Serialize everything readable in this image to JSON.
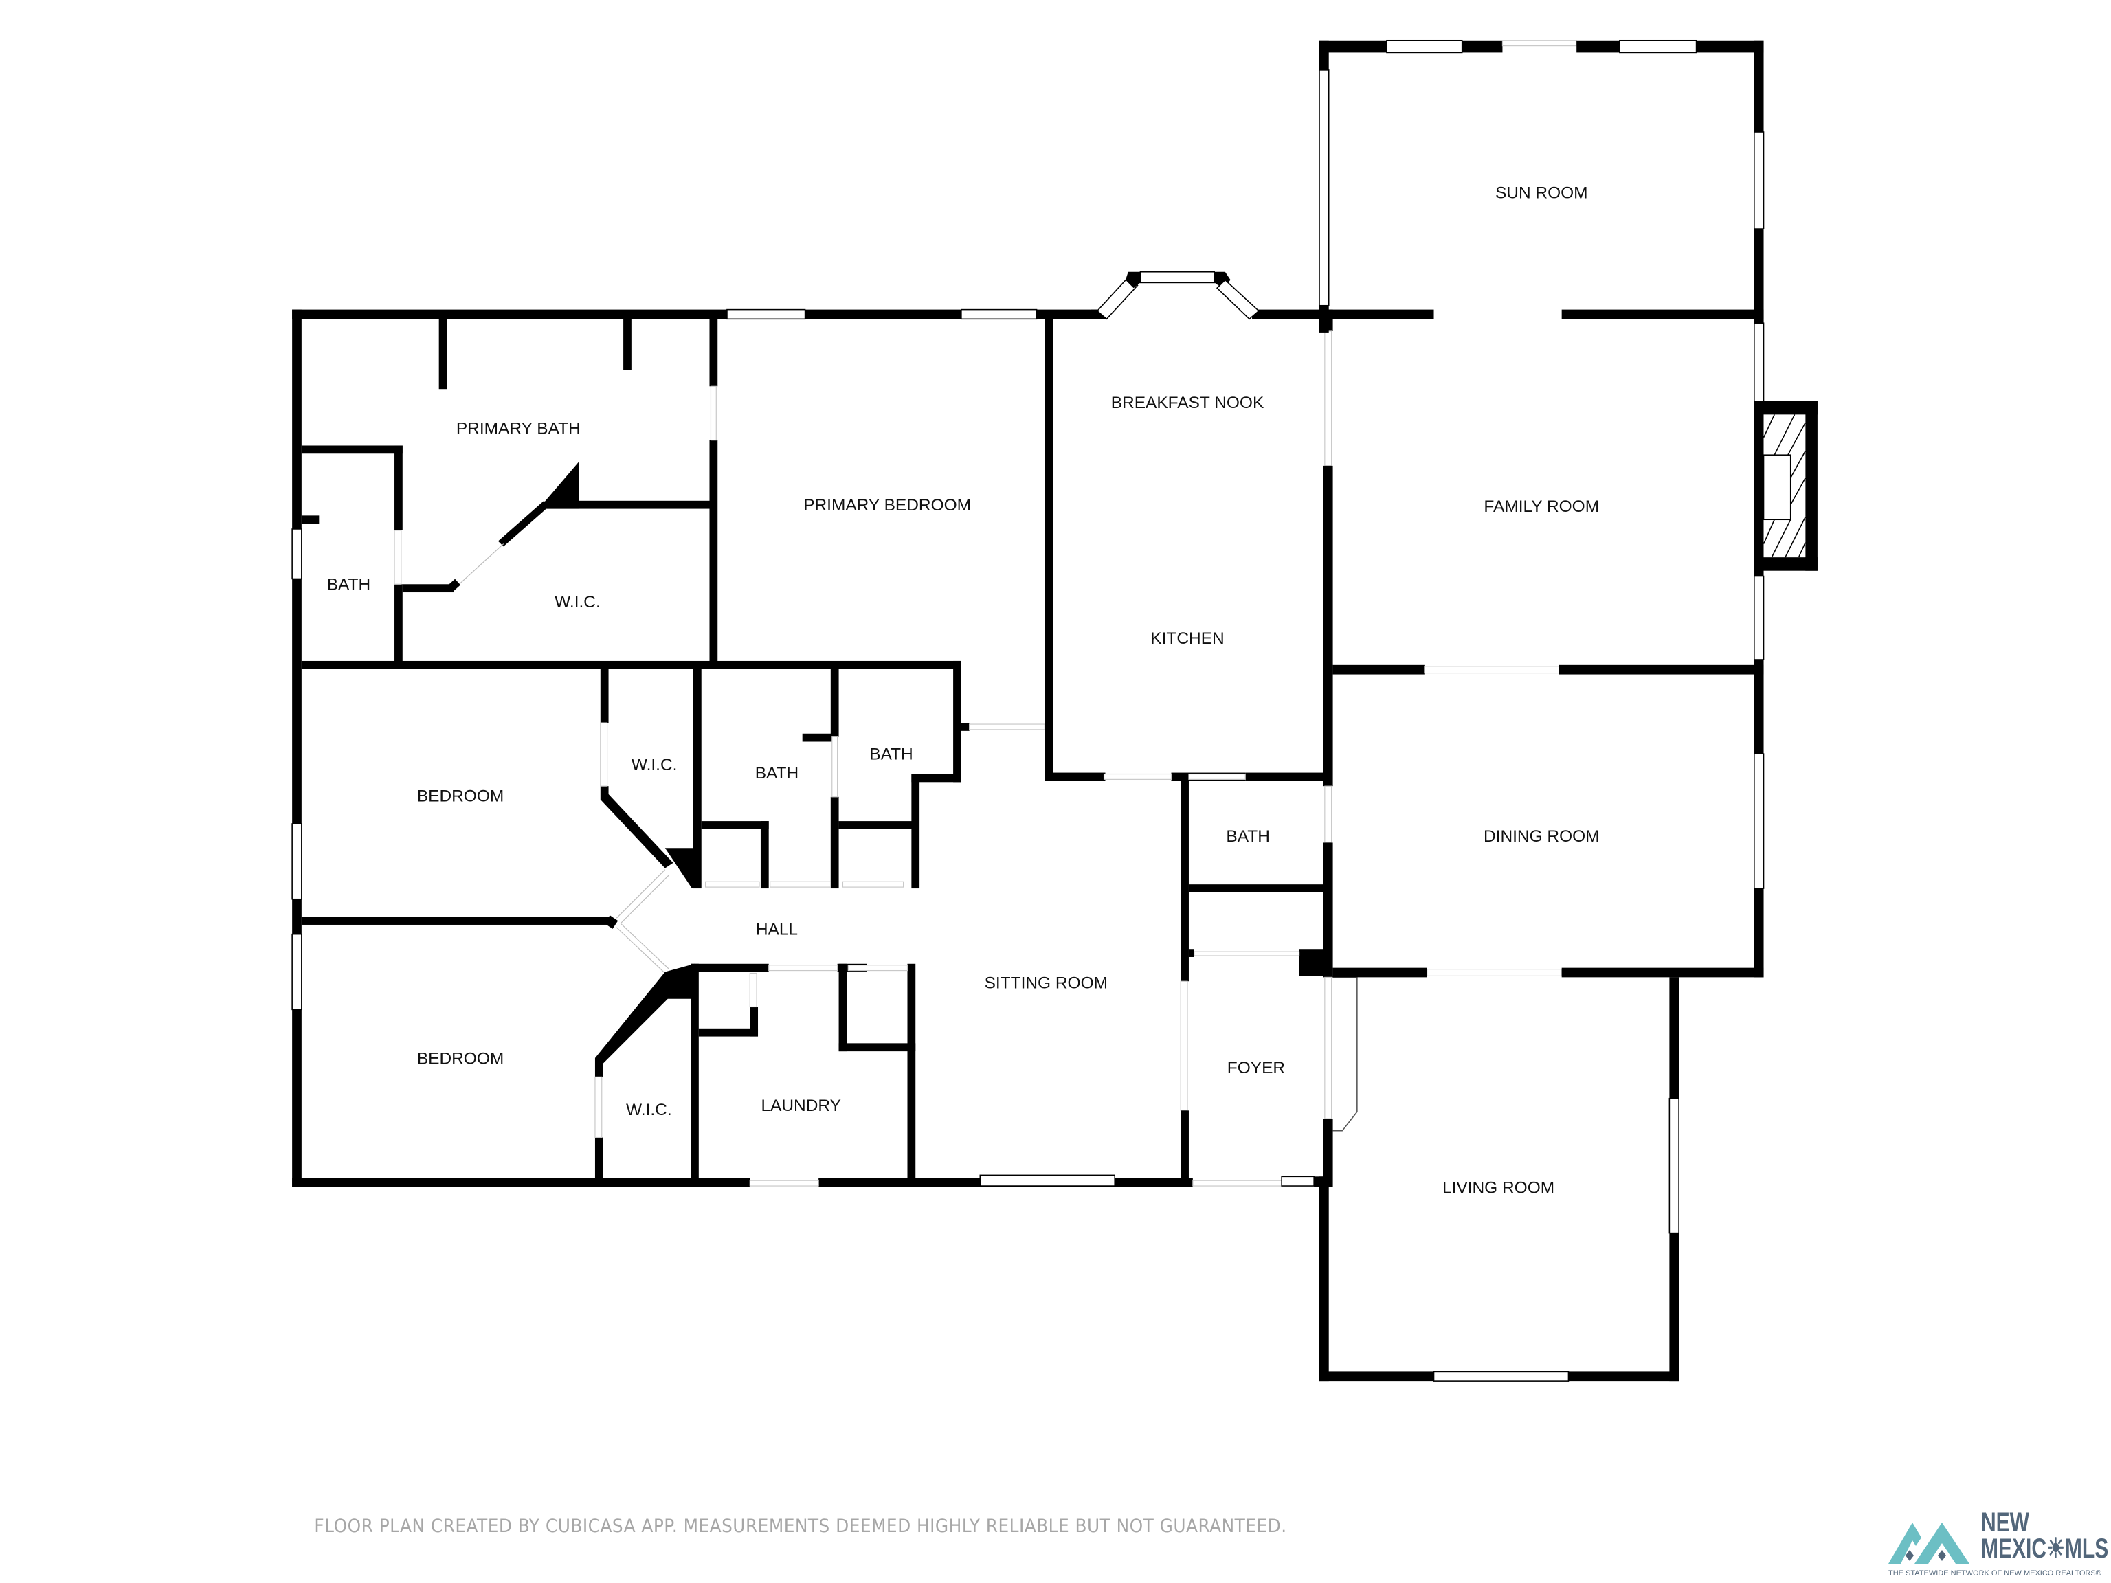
{
  "floorplan": {
    "rooms": {
      "sun_room": "SUN ROOM",
      "breakfast_nook": "BREAKFAST NOOK",
      "kitchen": "KITCHEN",
      "family_room": "FAMILY ROOM",
      "primary_bath": "PRIMARY BATH",
      "primary_bedroom": "PRIMARY BEDROOM",
      "bath_primary_side": "BATH",
      "wic_primary": "W.I.C.",
      "bedroom_1": "BEDROOM",
      "wic_bedroom_1": "W.I.C.",
      "bath_hall_1": "BATH",
      "bath_hall_2": "BATH",
      "bath_kitchen": "BATH",
      "dining_room": "DINING ROOM",
      "hall": "HALL",
      "sitting_room": "SITTING ROOM",
      "bedroom_2": "BEDROOM",
      "wic_bedroom_2": "W.I.C.",
      "laundry": "LAUNDRY",
      "foyer": "FOYER",
      "living_room": "LIVING ROOM"
    },
    "features": {
      "fireplace": "fireplace-hatched"
    }
  },
  "footer": {
    "disclaimer": "FLOOR PLAN CREATED BY CUBICASA APP. MEASUREMENTS DEEMED HIGHLY RELIABLE BUT NOT GUARANTEED."
  },
  "logo": {
    "line1": "NEW",
    "line2": "MEXIC☀MLS",
    "tagline": "THE STATEWIDE NETWORK OF NEW MEXICO REALTORS®",
    "colors": {
      "teal": "#6cbfc4",
      "slate": "#52667a"
    }
  }
}
